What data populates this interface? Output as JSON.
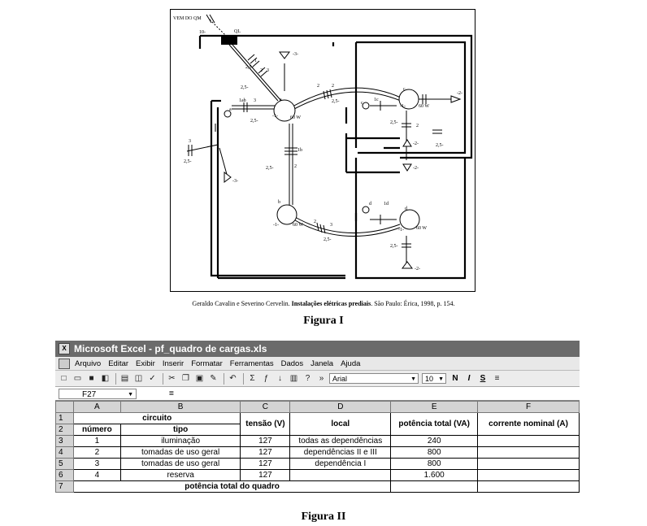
{
  "figure1": {
    "labels": {
      "vem_do_qm": "VEM DO QM",
      "ql": "QL",
      "n10": "10-",
      "n1": "1",
      "n1b": "1ab",
      "n3a": "3",
      "n3b": "3",
      "n25a": "2,5-",
      "n25b": "2,5-",
      "n25c": "2,5-",
      "n25d": "2,5-",
      "n25e": "2,5-",
      "n25f": "2,5-",
      "n25g": "2,5-",
      "n25h": "2,5-",
      "n25i": "2,5-",
      "n2a": "2",
      "n2b": "2",
      "n2c": "2",
      "n2d": "2",
      "n2e": "2",
      "n2f": "2",
      "w60a": "60 W",
      "w60b": "60 W",
      "w60c": "60 W",
      "w60d": "60 W",
      "m1a": "-1-",
      "m1b": "-1-",
      "m1c": "-1-",
      "m1d": "-1-",
      "m3a": "-3-",
      "m3b": "-3-",
      "m2a": "-2-",
      "m2b": "-2-",
      "m2c": "-2-",
      "la": "a",
      "lb": "b",
      "lc": "c",
      "ld": "d",
      "l1b": "1b",
      "l1c": "1c",
      "l1d": "1d",
      "lc2": "c",
      "ld2": "d",
      "la2": "a"
    },
    "citation_authors": "Geraldo Cavalin e Severino Cervelin. ",
    "citation_title": "Instalações elétricas prediais",
    "citation_rest": ". São Paulo: Érica, 1998, p. 154.",
    "caption": "Figura I"
  },
  "excel": {
    "title": "Microsoft Excel - pf_quadro de cargas.xls",
    "menus": [
      "Arquivo",
      "Editar",
      "Exibir",
      "Inserir",
      "Formatar",
      "Ferramentas",
      "Dados",
      "Janela",
      "Ajuda"
    ],
    "toolbar": {
      "font_name": "Arial",
      "font_size": "10",
      "bold": "N",
      "italic": "I",
      "underline": "S"
    },
    "name_box": "F27",
    "formula_eq": "=",
    "columns": [
      "A",
      "B",
      "C",
      "D",
      "E",
      "F"
    ],
    "rows": [
      "1",
      "2",
      "3",
      "4",
      "5",
      "6",
      "7"
    ],
    "header": {
      "circuito": "circuito",
      "numero": "número",
      "tipo": "tipo",
      "tensao": "tensão (V)",
      "local": "local",
      "potencia": "potência total (VA)",
      "corrente": "corrente nominal (A)"
    },
    "data_rows": [
      {
        "numero": "1",
        "tipo": "iluminação",
        "tensao": "127",
        "local": "todas as dependências",
        "potencia": "240",
        "corrente": ""
      },
      {
        "numero": "2",
        "tipo": "tomadas de uso geral",
        "tensao": "127",
        "local": "dependências II e III",
        "potencia": "800",
        "corrente": ""
      },
      {
        "numero": "3",
        "tipo": "tomadas de uso geral",
        "tensao": "127",
        "local": "dependência I",
        "potencia": "800",
        "corrente": ""
      },
      {
        "numero": "4",
        "tipo": "reserva",
        "tensao": "127",
        "local": "",
        "potencia": "1.600",
        "corrente": ""
      }
    ],
    "total_label": "potência total do quadro"
  },
  "figure2": {
    "caption": "Figura II"
  }
}
